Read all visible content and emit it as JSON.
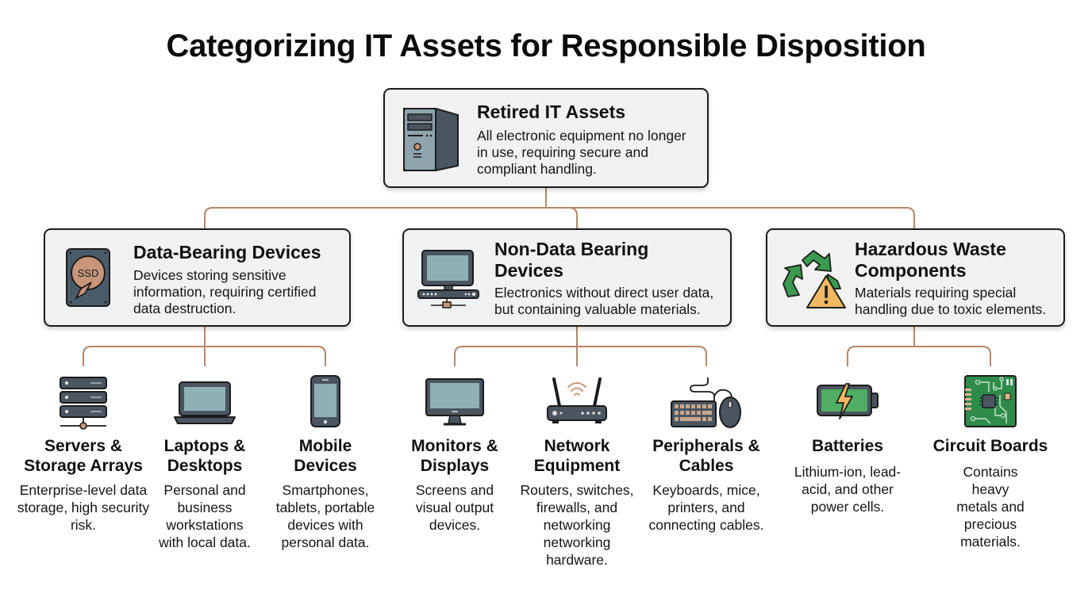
{
  "title": "Categorizing IT Assets for Responsible Disposition",
  "colors": {
    "connector": "#b5876a",
    "box_fill": "#f1f1f1",
    "icon_dark": "#4a5560",
    "icon_screen": "#8fb0b5",
    "accent_tan": "#c8967a",
    "green": "#3a9a4e",
    "warning": "#f0b862"
  },
  "root": {
    "icon": "desktop-tower-icon",
    "title": "Retired IT Assets",
    "description": "All electronic equipment no longer in use, requiring secure and compliant handling."
  },
  "categories": [
    {
      "icon": "ssd-drive-icon",
      "icon_label": "SSD",
      "title": "Data-Bearing Devices",
      "description": "Devices storing sensitive information, requiring certified data destruction.",
      "items": [
        {
          "icon": "server-rack-icon",
          "title": "Servers & Storage Arrays",
          "description": "Enterprise-level data storage, high security risk."
        },
        {
          "icon": "laptop-icon",
          "title": "Laptops & Desktops",
          "description": "Personal and business workstations with local data."
        },
        {
          "icon": "smartphone-icon",
          "title": "Mobile Devices",
          "description": "Smartphones, tablets, portable devices with personal data."
        }
      ]
    },
    {
      "icon": "monitor-network-icon",
      "title": "Non-Data Bearing Devices",
      "description": "Electronics without direct user data, but containing valuable materials.",
      "items": [
        {
          "icon": "monitor-icon",
          "title": "Monitors & Displays",
          "description": "Screens and visual output devices."
        },
        {
          "icon": "router-icon",
          "title": "Network Equipment",
          "description": "Routers, switches, firewalls, and networking networking hardware."
        },
        {
          "icon": "keyboard-mouse-icon",
          "title": "Peripherals & Cables",
          "description": "Keyboards, mice, printers, and connecting cables."
        }
      ]
    },
    {
      "icon": "recycle-warning-icon",
      "title": "Hazardous Waste Components",
      "description": "Materials requiring special handling due to toxic elements.",
      "items": [
        {
          "icon": "battery-icon",
          "title": "Batteries",
          "description": "Lithium-ion, lead-acid, and other power cells."
        },
        {
          "icon": "circuit-board-icon",
          "title": "Circuit Boards",
          "description": "Contains heavy metals and precious materials."
        }
      ]
    }
  ]
}
